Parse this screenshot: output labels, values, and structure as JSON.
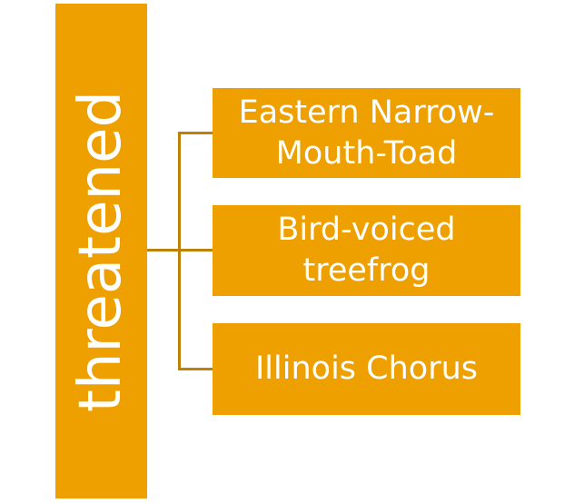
{
  "root": {
    "label": "threatened"
  },
  "children": [
    {
      "label": "Eastern Narrow-Mouth-Toad"
    },
    {
      "label": "Bird-voiced treefrog"
    },
    {
      "label": "Illinois Chorus"
    }
  ],
  "colors": {
    "fill": "#EDA000",
    "connector": "#BC8207",
    "text": "#FFFFFF"
  }
}
